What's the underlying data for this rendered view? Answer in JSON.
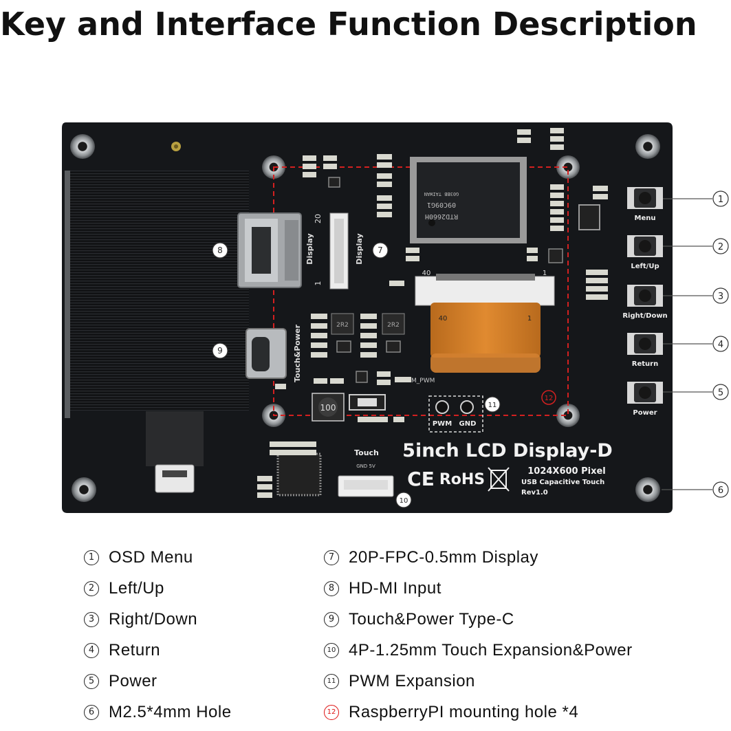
{
  "title": "Key and Interface Function Description",
  "board": {
    "buttons": [
      {
        "num": "1",
        "label": "Menu"
      },
      {
        "num": "2",
        "label": "Left/Up"
      },
      {
        "num": "3",
        "label": "Right/Down"
      },
      {
        "num": "4",
        "label": "Return"
      },
      {
        "num": "5",
        "label": "Power"
      }
    ],
    "hole_callout": "6",
    "fpc_num": "7",
    "fpc_label": "Display",
    "fpc_pins_top": "20",
    "fpc_pins_bottom": "1",
    "hdmi_num": "8",
    "hdmi_label": "Display",
    "typec_num": "9",
    "typec_label": "Touch&Power",
    "touch_num": "10",
    "touch_label": "Touch",
    "touch_pins": "GND 5V",
    "pwm_num": "11",
    "pwm_label": "PWM",
    "gnd_label": "GND",
    "mpwm_label": "M_PWM",
    "mount_num": "12",
    "ribbon_top_left": "40",
    "ribbon_top_right": "1",
    "ribbon_label_left": "40",
    "ribbon_label_right": "1",
    "chip_text": [
      "RTD2660H",
      "09C09G1",
      "G03BB TAIWAN"
    ],
    "product_name": "5inch LCD Display-D",
    "resolution": "1024X600 Pixel",
    "touch_type": "USB Capacitive Touch",
    "revision": "Rev1.0",
    "ce_mark": "CE",
    "rohs_mark": "RoHS",
    "inductor_1": "100",
    "inductor_2": "2R2",
    "inductor_3": "2R2"
  },
  "legend": [
    {
      "num": "1",
      "text": "OSD Menu"
    },
    {
      "num": "2",
      "text": "Left/Up"
    },
    {
      "num": "3",
      "text": "Right/Down"
    },
    {
      "num": "4",
      "text": "Return"
    },
    {
      "num": "5",
      "text": "Power"
    },
    {
      "num": "6",
      "text": "M2.5*4mm Hole"
    },
    {
      "num": "7",
      "text": "20P-FPC-0.5mm Display"
    },
    {
      "num": "8",
      "text": "HD-MI Input"
    },
    {
      "num": "9",
      "text": "Touch&Power Type-C"
    },
    {
      "num": "10",
      "text": "4P-1.25mm Touch Expansion&Power"
    },
    {
      "num": "11",
      "text": "PWM Expansion"
    },
    {
      "num": "12",
      "text": "RaspberryPI mounting hole *4",
      "highlight": true
    }
  ],
  "colors": {
    "board": "#15171a",
    "mount_box": "#d42020",
    "highlight_num": "#dd1111"
  }
}
